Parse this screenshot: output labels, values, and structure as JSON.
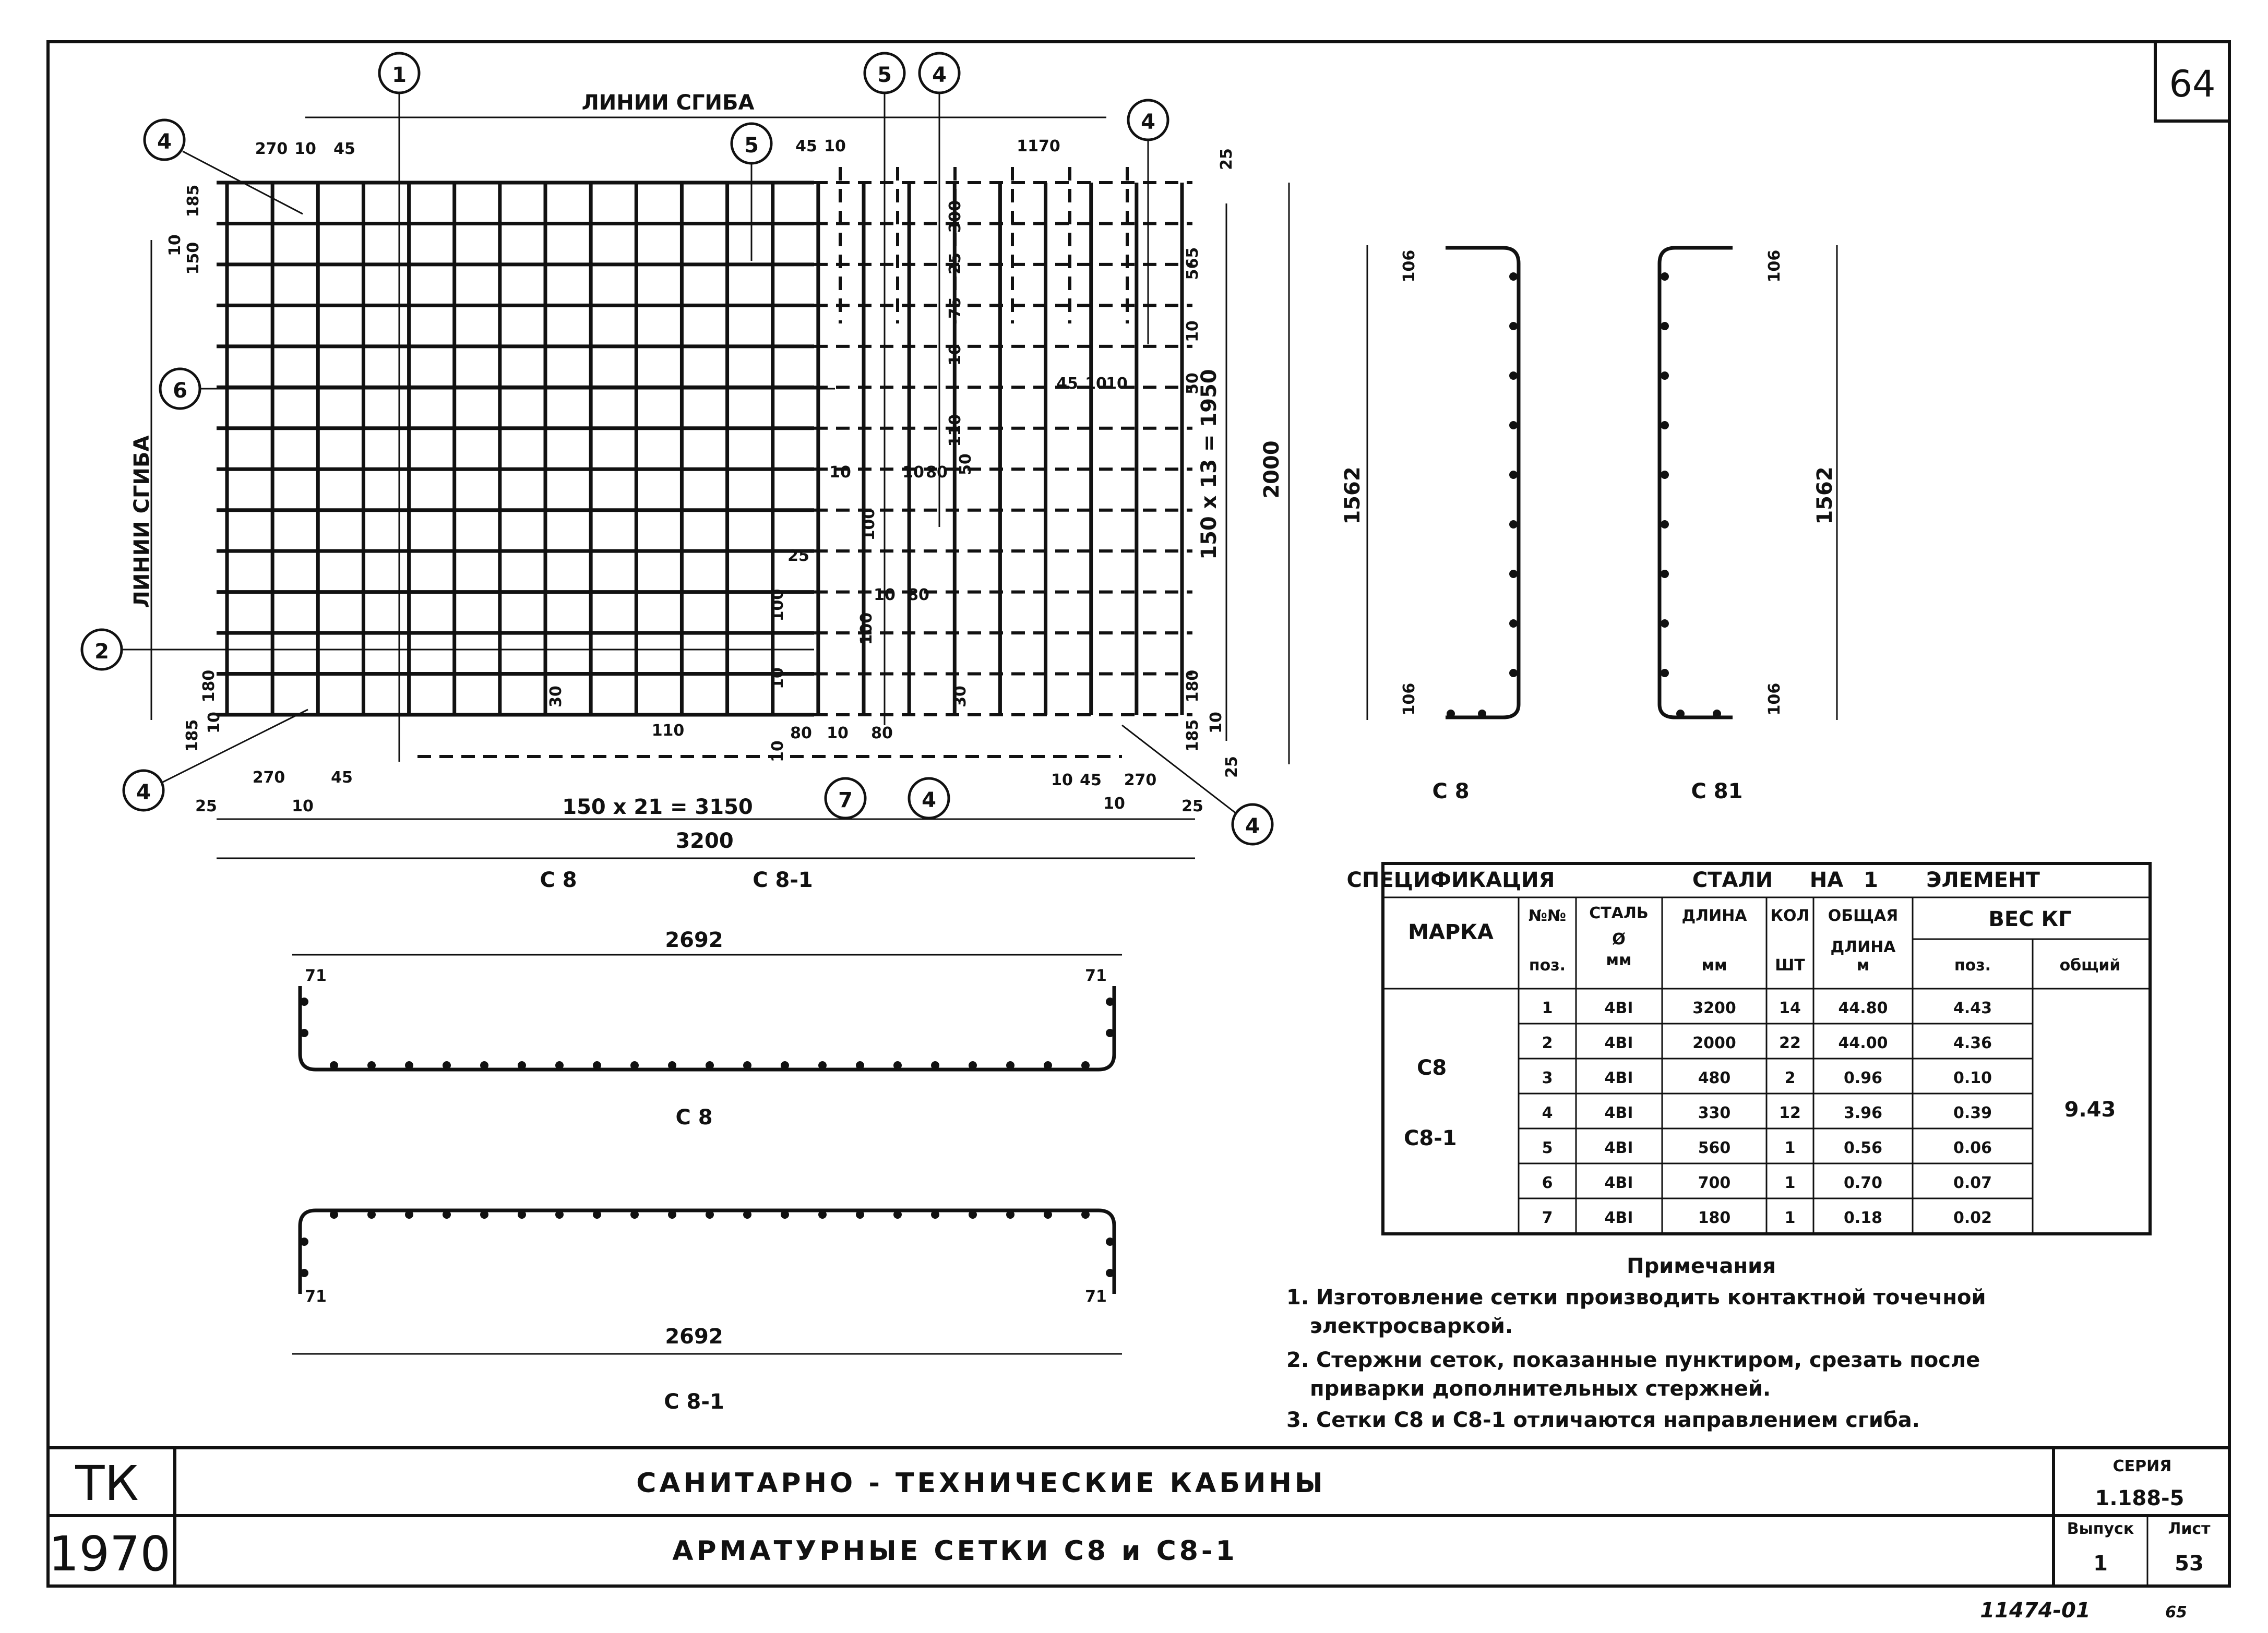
{
  "sheet_number": "64",
  "plan": {
    "fold_line_top": "ЛИНИИ СГИБА",
    "fold_line_left": "ЛИНИИ СГИБА",
    "top_dims": [
      "270",
      "10",
      "45",
      "45",
      "10",
      "1170",
      "25"
    ],
    "left_dims": [
      "185",
      "10",
      "150",
      "180",
      "10",
      "185"
    ],
    "right_dims": [
      "565",
      "10",
      "50",
      "180",
      "10",
      "185",
      "25"
    ],
    "vert_total": "150 x 13 = 1950",
    "height_total": "2000",
    "horiz_series": "150 x 21 = 3150",
    "width_total": "3200",
    "bottom_dims": [
      "25",
      "270",
      "10",
      "45",
      "10",
      "45",
      "10",
      "270",
      "25"
    ],
    "inner_dims": [
      "300",
      "25",
      "75",
      "10",
      "110",
      "50",
      "45",
      "10",
      "10",
      "10",
      "80",
      "100",
      "25",
      "10",
      "100",
      "10",
      "80",
      "100",
      "10",
      "30",
      "30",
      "110",
      "80",
      "10",
      "80",
      "10"
    ],
    "callouts": [
      "1",
      "5",
      "4",
      "4",
      "5",
      "4",
      "6",
      "2",
      "4",
      "7",
      "4",
      "4"
    ],
    "label_left": "С 8",
    "label_right": "С 8-1"
  },
  "profiles": {
    "side_c8": {
      "label": "С 8",
      "length": "1562",
      "end_top": "106",
      "end_bottom": "106"
    },
    "side_c81": {
      "label": "С 81",
      "length": "1562",
      "end_top": "106",
      "end_bottom": "106"
    },
    "long_c8": {
      "label": "С 8",
      "length": "2692",
      "end_left": "71",
      "end_right": "71"
    },
    "long_c81": {
      "label": "С 8-1",
      "length": "2692",
      "end_left": "71",
      "end_right": "71"
    }
  },
  "spec": {
    "title": [
      "СПЕЦИФИКАЦИЯ",
      "СТАЛИ",
      "НА",
      "1",
      "ЭЛЕМЕНТ"
    ],
    "headers": {
      "mark": "МАРКА",
      "pos_top": "№№",
      "pos_bottom": "поз.",
      "steel_top": "СТАЛЬ",
      "steel_mid": "Ø",
      "steel_bottom": "мм",
      "length_top": "ДЛИНА",
      "length_bottom": "мм",
      "qty_top": "КОЛ",
      "qty_bottom": "ШТ",
      "total_top": "ОБЩАЯ",
      "total_mid": "ДЛИНА",
      "total_bottom": "м",
      "weight": "ВЕС КГ",
      "weight_pos": "поз.",
      "weight_total": "общий"
    },
    "marks": [
      "С8",
      "С8-1"
    ],
    "rows": [
      {
        "pos": "1",
        "steel": "4ВI",
        "length": "3200",
        "qty": "14",
        "total": "44.80",
        "weight": "4.43"
      },
      {
        "pos": "2",
        "steel": "4ВI",
        "length": "2000",
        "qty": "22",
        "total": "44.00",
        "weight": "4.36"
      },
      {
        "pos": "3",
        "steel": "4ВI",
        "length": "480",
        "qty": "2",
        "total": "0.96",
        "weight": "0.10"
      },
      {
        "pos": "4",
        "steel": "4ВI",
        "length": "330",
        "qty": "12",
        "total": "3.96",
        "weight": "0.39"
      },
      {
        "pos": "5",
        "steel": "4ВI",
        "length": "560",
        "qty": "1",
        "total": "0.56",
        "weight": "0.06"
      },
      {
        "pos": "6",
        "steel": "4ВI",
        "length": "700",
        "qty": "1",
        "total": "0.70",
        "weight": "0.07"
      },
      {
        "pos": "7",
        "steel": "4ВI",
        "length": "180",
        "qty": "1",
        "total": "0.18",
        "weight": "0.02"
      }
    ],
    "total_weight": "9.43"
  },
  "notes": {
    "title": "Примечания",
    "lines": [
      "1. Изготовление сетки производить контактной точечной",
      "электросваркой.",
      "2. Стержни сеток, показанные пунктиром, срезать после",
      "приварки дополнительных стержней.",
      "3. Сетки С8 и С8-1 отличаются направлением сгиба."
    ]
  },
  "title_block": {
    "org": "ТК",
    "year": "1970",
    "project": "САНИТАРНО - ТЕХНИЧЕСКИЕ КАБИНЫ",
    "drawing": "АРМАТУРНЫЕ СЕТКИ С8 и С8-1",
    "series_label": "СЕРИЯ",
    "series": "1.188-5",
    "issue_label": "Выпуск",
    "issue": "1",
    "sheet_label": "Лист",
    "sheet": "53"
  },
  "footer_code": "11474-01",
  "footer_page": "65"
}
